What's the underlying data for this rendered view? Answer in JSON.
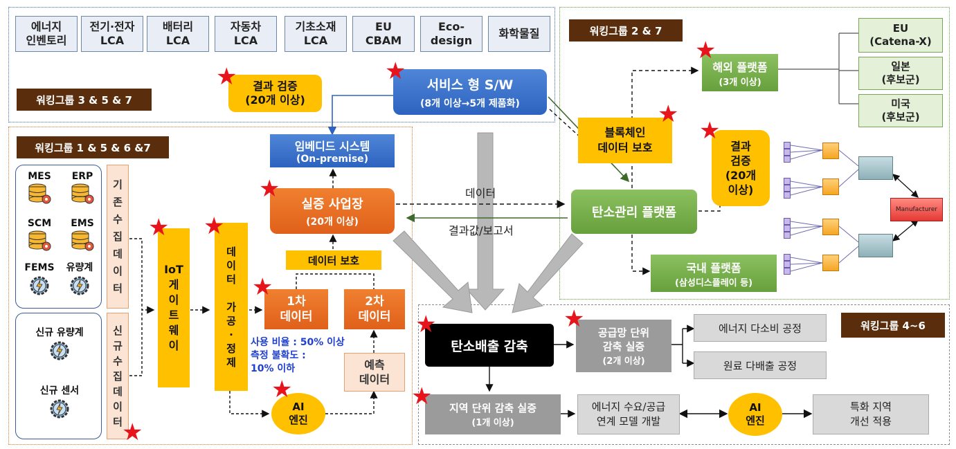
{
  "top_categories": [
    "에너지\n인벤토리",
    "전기·전자\nLCA",
    "배터리\nLCA",
    "자동차\nLCA",
    "기초소재\nLCA",
    "EU\nCBAM",
    "Eco-\ndesign",
    "화학물질"
  ],
  "working_groups": {
    "wg357": "워킹그룹 3 & 5 & 7",
    "wg27": "워킹그룹 2 & 7",
    "wg1567": "워킹그룹 1 & 5 & 6 &7",
    "wg46": "워킹그룹 4~6"
  },
  "nodes": {
    "result_verify_top": "결과 검증\n(20개 이상)",
    "service_sw": {
      "title": "서비스 형 S/W",
      "sub": "(8개 이상→5개 제품화)"
    },
    "embedded": {
      "title": "임베디드 시스템",
      "sub": "(On-premise)"
    },
    "demo_site": {
      "title": "실증 사업장",
      "sub": "(20개 이상)"
    },
    "data_protect": "데이터 보호",
    "primary_data": "1차\n데이터",
    "secondary_data": "2차\n데이터",
    "predicted_data": "예측\n데이터",
    "ai_engine_left": "AI\n엔진",
    "iot_gateway": "IoT\n게\n이\n트\n웨\n이",
    "data_processing": "데\n이\n터\n \n가\n공\n·\n정\n제",
    "existing_data": "기\n존\n수\n집\n데\n이\n터",
    "new_data": "신\n규\n수\n집\n데\n이\n터",
    "usage_text": "사용 비율 : 50% 이상\n측정 불확도 :\n10% 이하",
    "blockchain": "블록체인\n데이터 보호",
    "carbon_platform": "탄소관리 플랫폼",
    "data_label": "데이터",
    "result_report_label": "결과값/보고서",
    "overseas_platform": {
      "title": "해외 플랫폼",
      "sub": "(3개 이상)"
    },
    "eu": "EU\n(Catena-X)",
    "japan": "일본\n(후보군)",
    "usa": "미국\n(후보군)",
    "result_verify_right": "결과\n검증\n(20개\n이상)",
    "manufacturer": "Manufacturer",
    "domestic_platform": {
      "title": "국내 플랫폼",
      "sub": "(삼성디스플레이 등)"
    },
    "carbon_reduction": "탄소배출 감축",
    "supply_chain": {
      "title": "공급망 단위\n감축 실증",
      "sub": "(2개 이상)"
    },
    "energy_heavy": "에너지 다소비 공정",
    "material_heavy": "원료 다배출 공정",
    "regional": {
      "title": "지역 단위 감축 실증",
      "sub": "(1개 이상)"
    },
    "energy_supply": "에너지 수요/공급\n연계 모델 개발",
    "ai_engine_right": "AI\n엔진",
    "special_region": "특화 지역\n개선 적용"
  },
  "systems": {
    "mes": "MES",
    "erp": "ERP",
    "scm": "SCM",
    "ems": "EMS",
    "fems": "FEMS",
    "flowmeter": "유량계",
    "new_flowmeter": "신규 유량계",
    "new_sensor": "신규 센서"
  },
  "colors": {
    "star": "#e8141c",
    "wg_bg": "#5a2e0c",
    "yellow": "#ffc000",
    "orange": "#e0601a",
    "green": "#66a03c",
    "blue": "#2d63bf"
  }
}
